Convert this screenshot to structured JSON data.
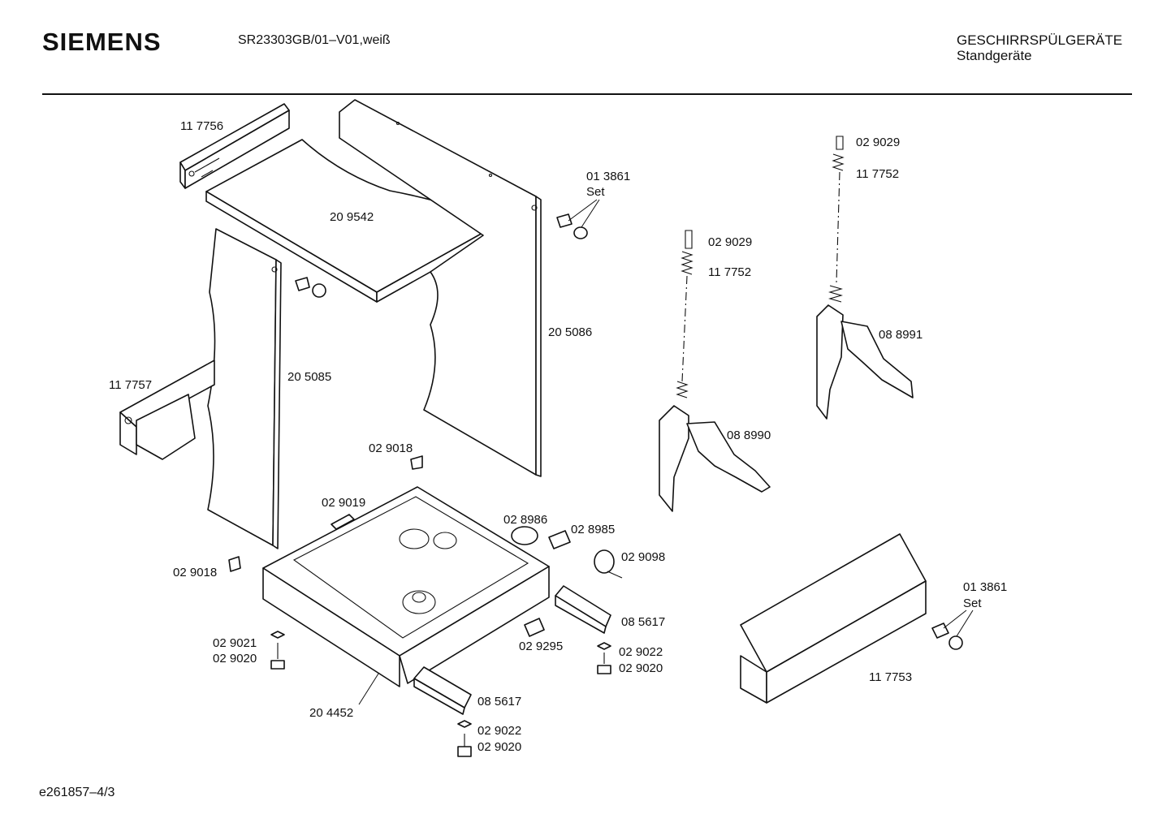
{
  "header": {
    "brand": "SIEMENS",
    "model": "SR23303GB/01–V01,weiß",
    "category_line1": "GESCHIRRSPÜLGERÄTE",
    "category_line2": "Standgeräte"
  },
  "footer": {
    "doc_id": "e261857–4/3"
  },
  "labels": {
    "p117756": "11 7756",
    "p209542": "20 9542",
    "p013861_a": "01 3861",
    "set_a": "Set",
    "p029029_a": "02 9029",
    "p117752_a": "11 7752",
    "p029029_b": "02 9029",
    "p117752_b": "11 7752",
    "p205086": "20 5086",
    "p088991": "08 8991",
    "p117757": "11 7757",
    "p205085": "20 5085",
    "p088990": "08 8990",
    "p029018_a": "02 9018",
    "p029019": "02 9019",
    "p028986": "02 8986",
    "p028985": "02 8985",
    "p029098": "02 9098",
    "p029018_b": "02 9018",
    "p013861_b": "01 3861",
    "set_b": "Set",
    "p085617_a": "08 5617",
    "p029021": "02 9021",
    "p029020_a": "02 9020",
    "p029295": "02 9295",
    "p029022_a": "02 9022",
    "p029020_b": "02 9020",
    "p117753": "11 7753",
    "p085617_b": "08 5617",
    "p204452": "20 4452",
    "p029022_b": "02 9022",
    "p029020_c": "02 9020"
  }
}
